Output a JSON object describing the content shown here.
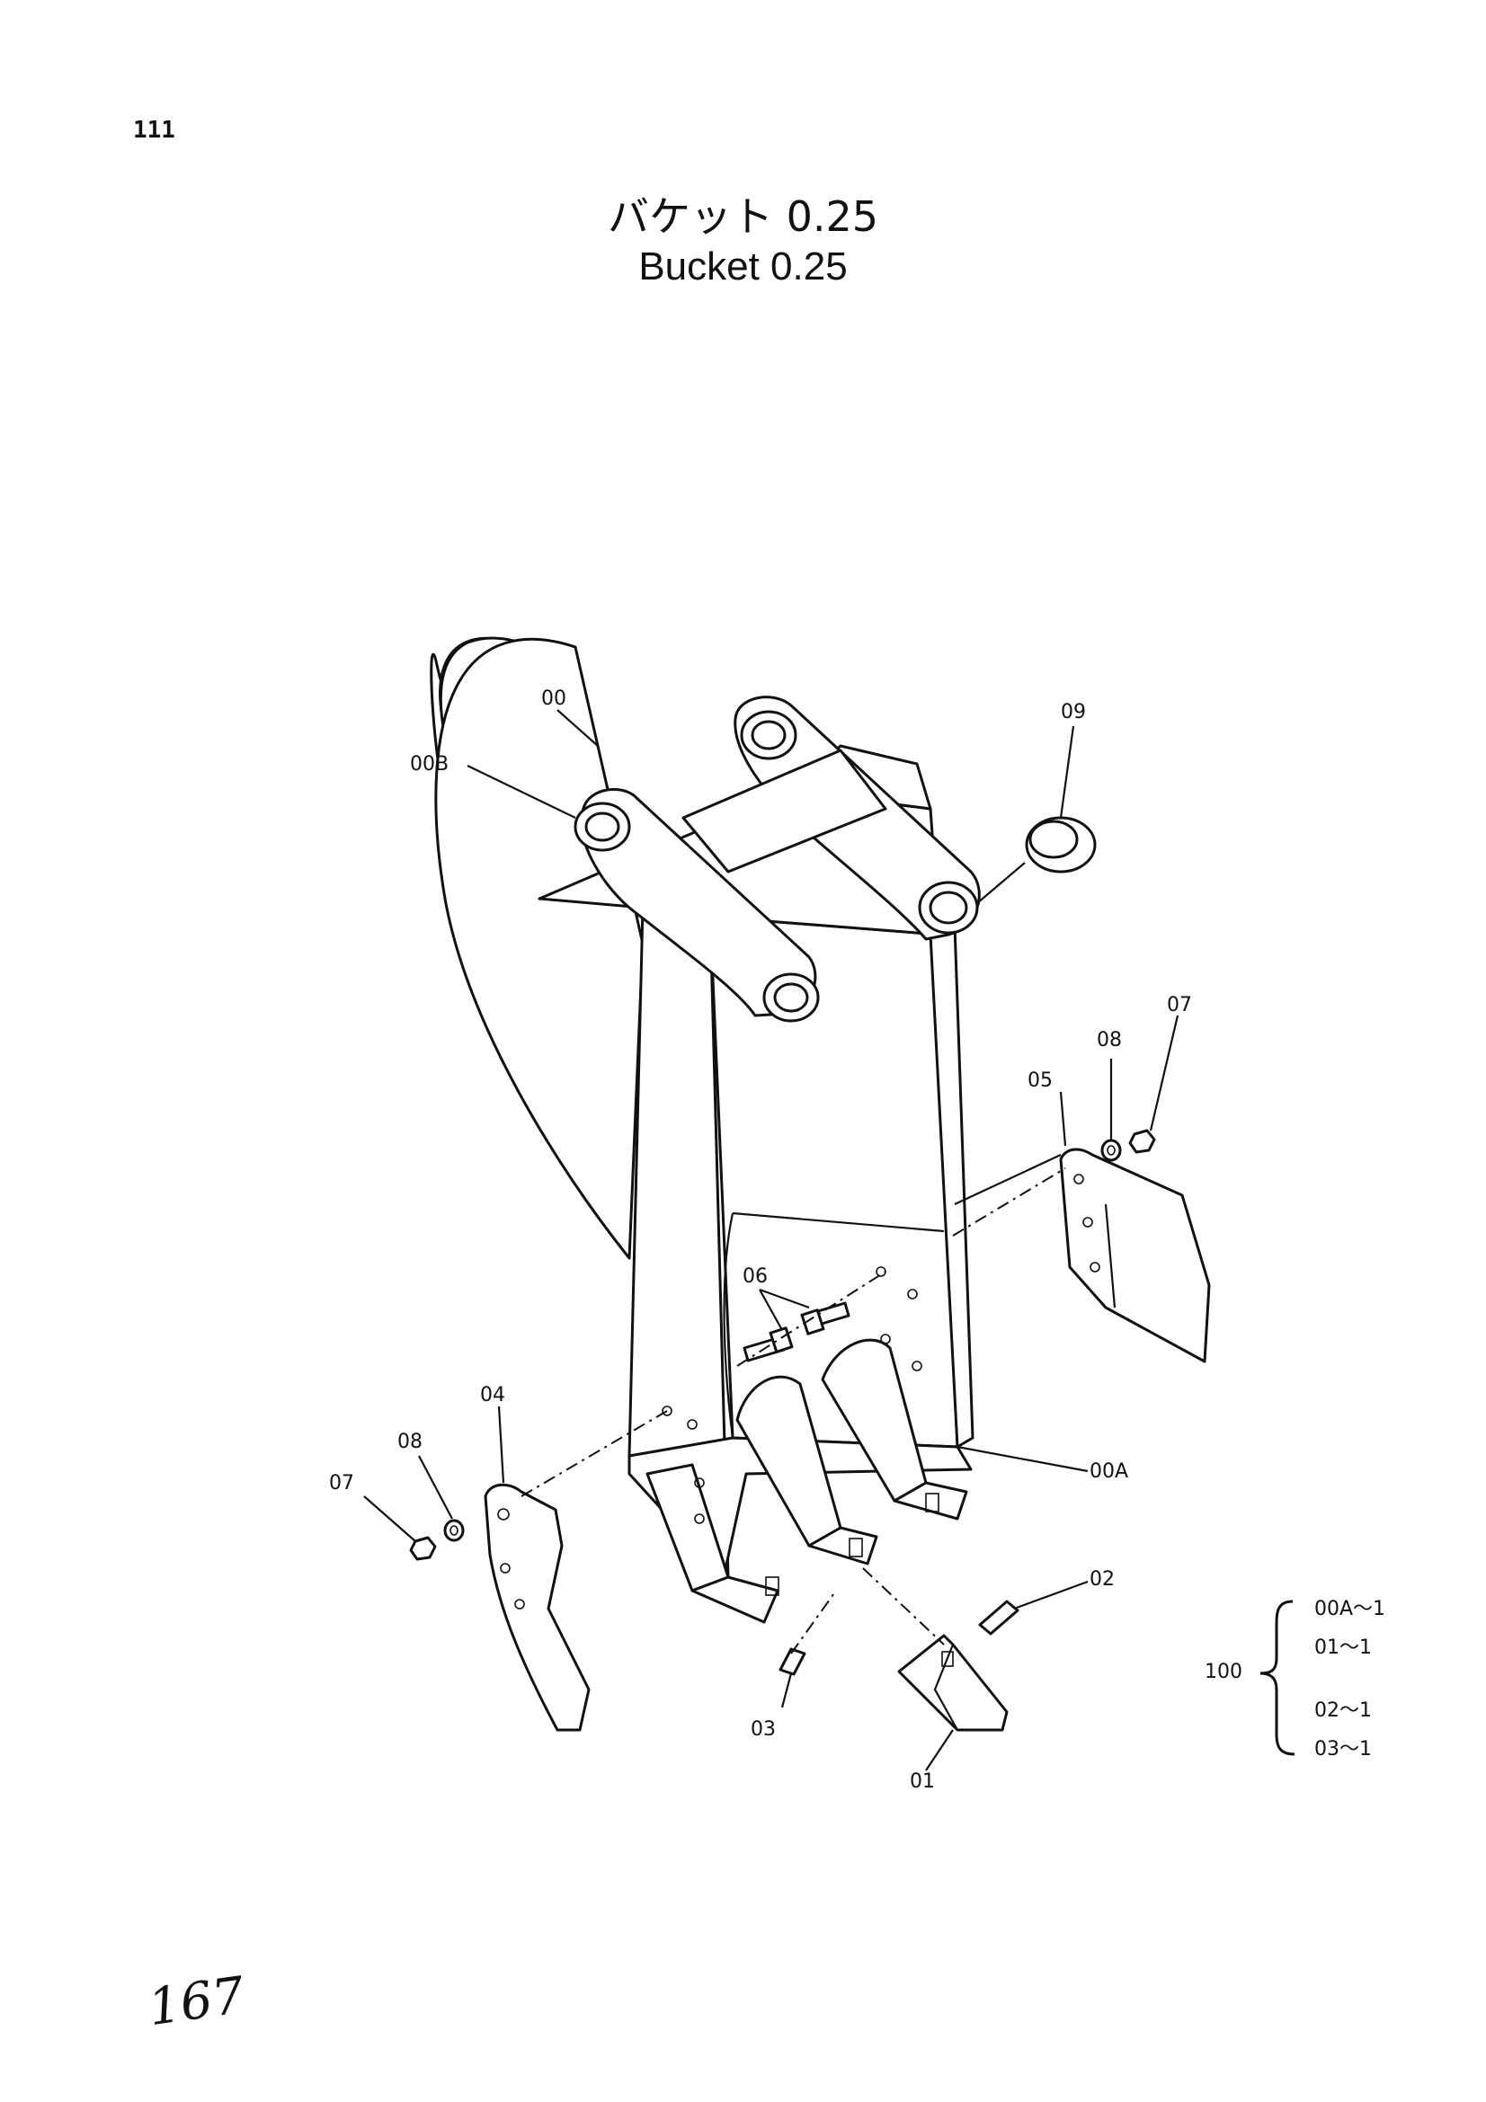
{
  "page_number": "111",
  "title_jp": "バケット 0.25",
  "title_en": "Bucket 0.25",
  "handwritten_note": "167",
  "callouts": {
    "c00": "00",
    "c00B": "00B",
    "c09": "09",
    "c07_right": "07",
    "c08_right": "08",
    "c05": "05",
    "c06": "06",
    "c04": "04",
    "c08_left": "08",
    "c07_left": "07",
    "c00A": "00A",
    "c02": "02",
    "c03": "03",
    "c01": "01"
  },
  "assembly": {
    "number": "100",
    "items": [
      "00A～1",
      "01～1",
      "02～1",
      "03～1"
    ]
  }
}
